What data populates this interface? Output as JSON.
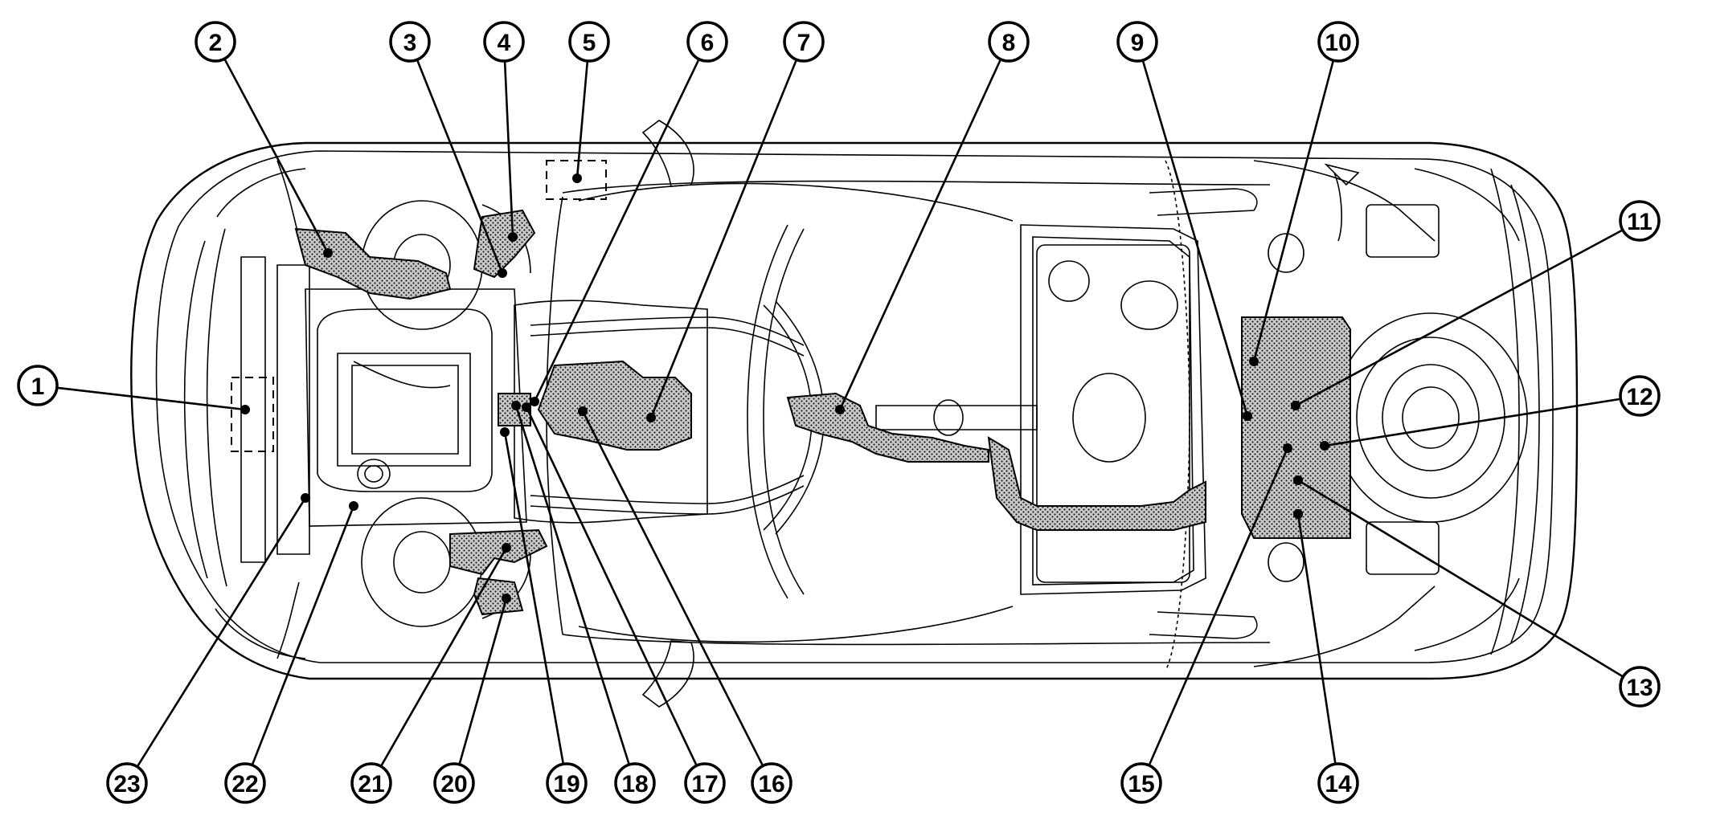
{
  "diagram": {
    "colors": {
      "line": "#000000",
      "background": "#ffffff",
      "shaded": "#9a9a9a"
    },
    "callouts": [
      {
        "label": "①",
        "number": 1
      },
      {
        "label": "②",
        "number": 2
      },
      {
        "label": "③",
        "number": 3
      },
      {
        "label": "④",
        "number": 4
      },
      {
        "label": "⑤",
        "number": 5
      },
      {
        "label": "⑥",
        "number": 6
      },
      {
        "label": "⑦",
        "number": 7
      },
      {
        "label": "⑧",
        "number": 8
      },
      {
        "label": "⑨",
        "number": 9
      },
      {
        "label": "⑩",
        "number": 10
      },
      {
        "label": "⑪",
        "number": 11
      },
      {
        "label": "⑫",
        "number": 12
      },
      {
        "label": "⑬",
        "number": 13
      },
      {
        "label": "⑭",
        "number": 14
      },
      {
        "label": "⑮",
        "number": 15
      },
      {
        "label": "⑯",
        "number": 16
      },
      {
        "label": "⑰",
        "number": 17
      },
      {
        "label": "⑱",
        "number": 18
      },
      {
        "label": "⑲",
        "number": 19
      },
      {
        "label": "⑳",
        "number": 20
      },
      {
        "label": "㉑",
        "number": 21
      },
      {
        "label": "㉒",
        "number": 22
      },
      {
        "label": "㉓",
        "number": 23
      }
    ]
  }
}
